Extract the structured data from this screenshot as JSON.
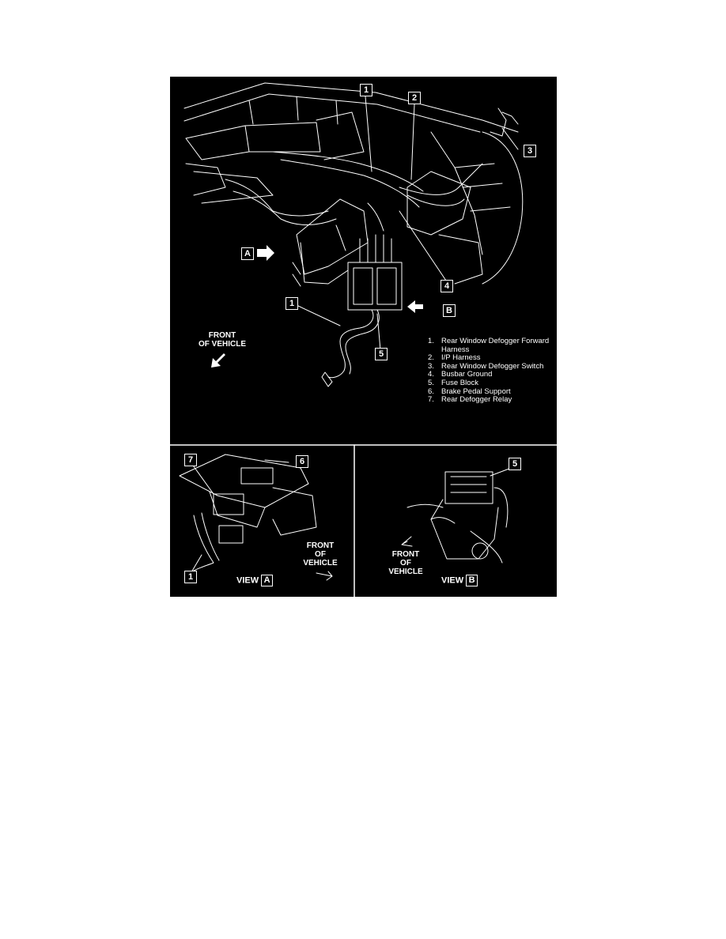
{
  "diagram": {
    "callouts": {
      "main": [
        "1",
        "2",
        "3",
        "4",
        "5",
        "1"
      ],
      "view_a": [
        "7",
        "6",
        "1"
      ],
      "view_b": [
        "5"
      ]
    },
    "view_markers": {
      "a": "A",
      "b": "B"
    },
    "front_of_vehicle_main": [
      "FRONT",
      "OF VEHICLE"
    ],
    "front_of_vehicle_a": [
      "FRONT",
      "OF",
      "VEHICLE"
    ],
    "front_of_vehicle_b": [
      "FRONT",
      "OF",
      "VEHICLE"
    ],
    "view_a_title": {
      "text": "VIEW",
      "letter": "A"
    },
    "view_b_title": {
      "text": "VIEW",
      "letter": "B"
    },
    "legend": [
      {
        "num": "1.",
        "text": "Rear Window Defogger Forward Harness"
      },
      {
        "num": "2.",
        "text": "I/P Harness"
      },
      {
        "num": "3.",
        "text": "Rear Window Defogger Switch"
      },
      {
        "num": "4.",
        "text": "Busbar Ground"
      },
      {
        "num": "5.",
        "text": "Fuse Block"
      },
      {
        "num": "6.",
        "text": "Brake Pedal Support"
      },
      {
        "num": "7.",
        "text": "Rear Defogger Relay"
      }
    ]
  }
}
